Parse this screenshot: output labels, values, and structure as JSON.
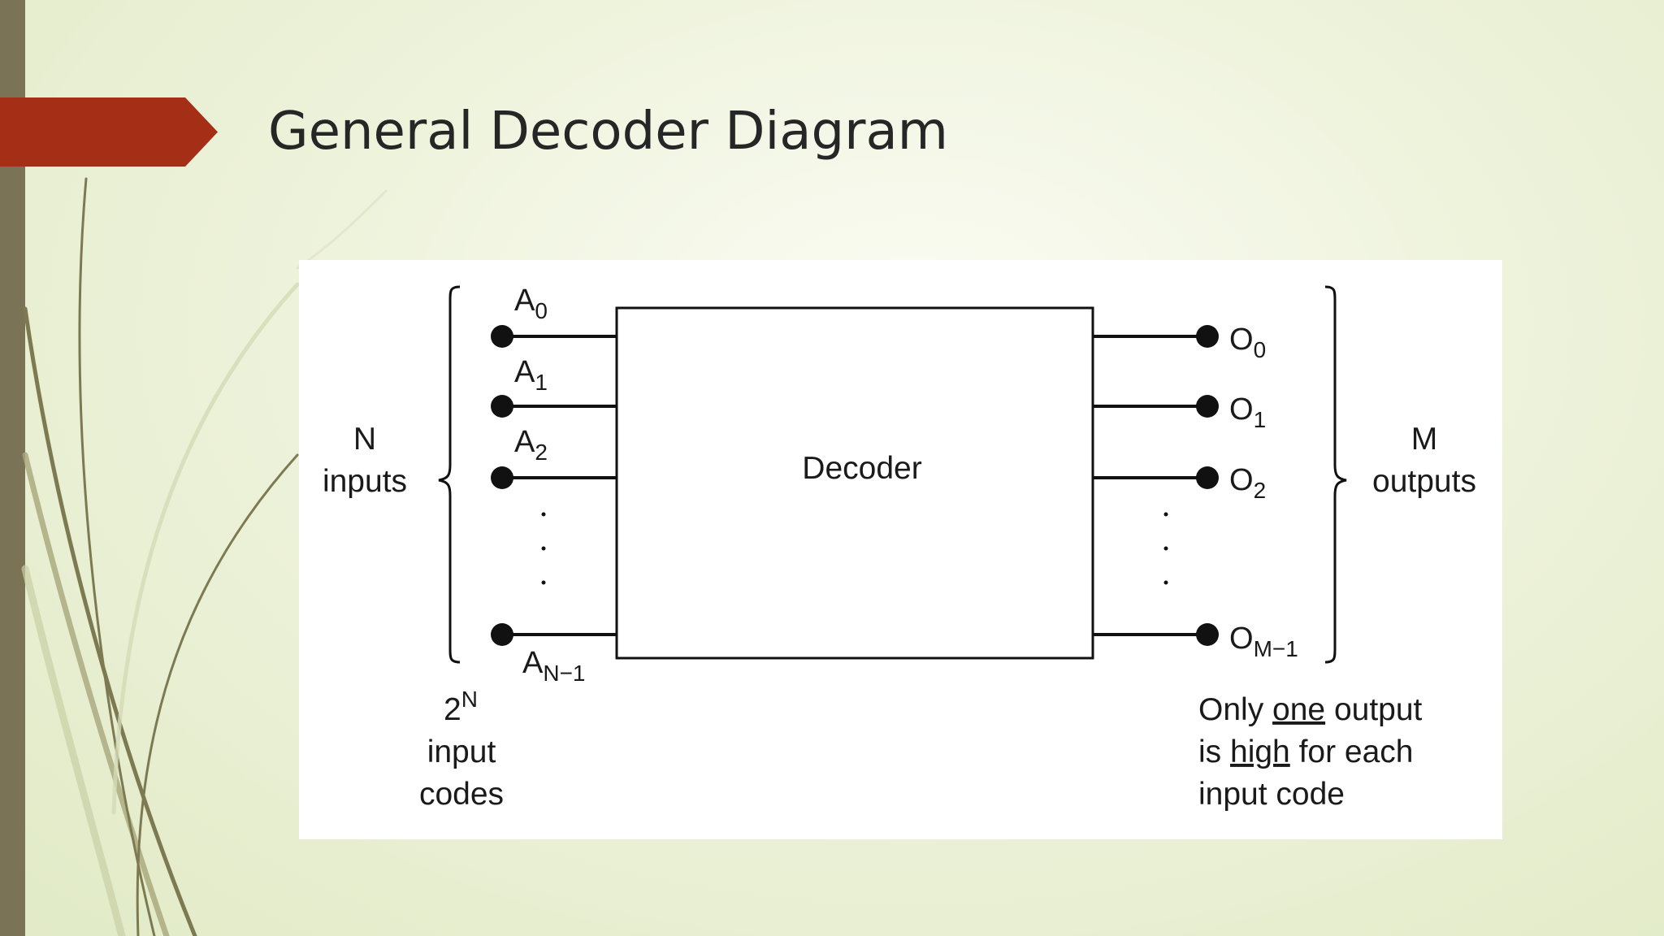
{
  "slide": {
    "title": "General Decoder Diagram"
  },
  "diagram": {
    "block_label": "Decoder",
    "inputs": [
      {
        "base": "A",
        "sub": "0"
      },
      {
        "base": "A",
        "sub": "1"
      },
      {
        "base": "A",
        "sub": "2"
      },
      {
        "base": "A",
        "sub": "N−1"
      }
    ],
    "outputs": [
      {
        "base": "O",
        "sub": "0"
      },
      {
        "base": "O",
        "sub": "1"
      },
      {
        "base": "O",
        "sub": "2"
      },
      {
        "base": "O",
        "sub": "M−1"
      }
    ],
    "input_group": {
      "line1": "N",
      "line2": "inputs"
    },
    "output_group": {
      "line1": "M",
      "line2": "outputs"
    },
    "input_codes": {
      "base": "2",
      "sup": "N",
      "line2": "input",
      "line3": "codes"
    },
    "note": {
      "line1_a": "Only ",
      "line1_u": "one",
      "line1_b": " output",
      "line2_a": "is ",
      "line2_u": "high",
      "line2_b": " for each",
      "line3": "input code"
    }
  },
  "colors": {
    "accent": "#a52e17",
    "stripe": "#7b7356",
    "background": "#eef3dc"
  }
}
